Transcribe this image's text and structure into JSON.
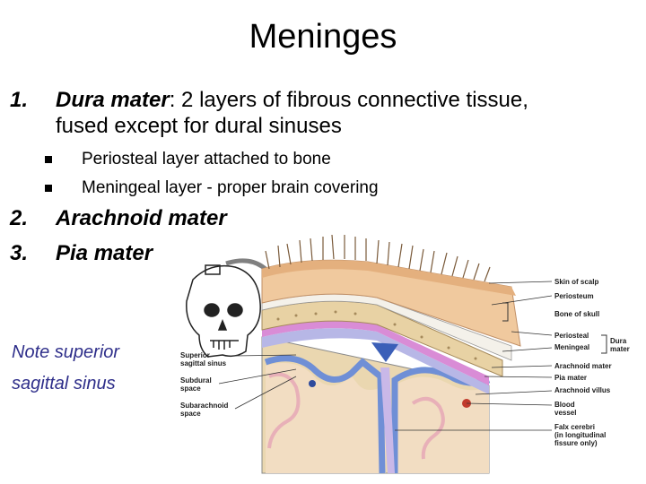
{
  "title": "Meninges",
  "list": [
    {
      "num": "1.",
      "term": "Dura mater",
      "rest": ": 2 layers of fibrous connective tissue,",
      "line2": "fused except for dural sinuses"
    },
    {
      "num": "2.",
      "term": "Arachnoid mater"
    },
    {
      "num": "3.",
      "term": "Pia mater"
    }
  ],
  "sublist": [
    "Periosteal layer attached to bone",
    "Meningeal layer - proper brain covering"
  ],
  "note": [
    "Note superior",
    "sagittal sinus"
  ],
  "figure": {
    "left_labels": [
      "Superior",
      "sagittal sinus",
      "Subdural",
      "space",
      "Subarachnoid",
      "space"
    ],
    "right_labels": [
      "Skin of scalp",
      "Periosteum",
      "Bone of skull",
      "Periosteal",
      "Meningeal",
      "Dura",
      "mater",
      "Arachnoid mater",
      "Pia mater",
      "Arachnoid villus",
      "Blood",
      "vessel",
      "Falx cerebri",
      "(in longitudinal",
      "fissure only)"
    ]
  }
}
